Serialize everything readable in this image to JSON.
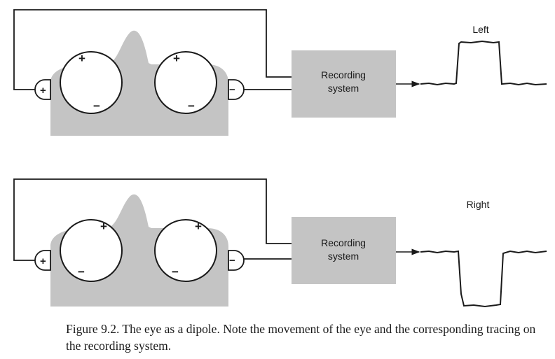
{
  "panels": [
    {
      "id": "left",
      "trace_label": "Left",
      "system_label_line1": "Recording",
      "system_label_line2": "system",
      "left_electrode_sign": "+",
      "right_electrode_sign": "−",
      "eye1_plus": "+",
      "eye1_minus": "−",
      "eye2_plus": "+",
      "eye2_minus": "−",
      "deflection": "up"
    },
    {
      "id": "right",
      "trace_label": "Right",
      "system_label_line1": "Recording",
      "system_label_line2": "system",
      "left_electrode_sign": "+",
      "right_electrode_sign": "−",
      "eye1_plus": "+",
      "eye1_minus": "−",
      "eye2_plus": "+",
      "eye2_minus": "−",
      "deflection": "down"
    }
  ],
  "caption": "Figure 9.2. The eye as a dipole. Note the movement of the eye and the corresponding tracing on the recording system.",
  "colors": {
    "face": "#c4c4c4",
    "box": "#c4c4c4",
    "line": "#1a1a1a",
    "eye": "#ffffff"
  }
}
